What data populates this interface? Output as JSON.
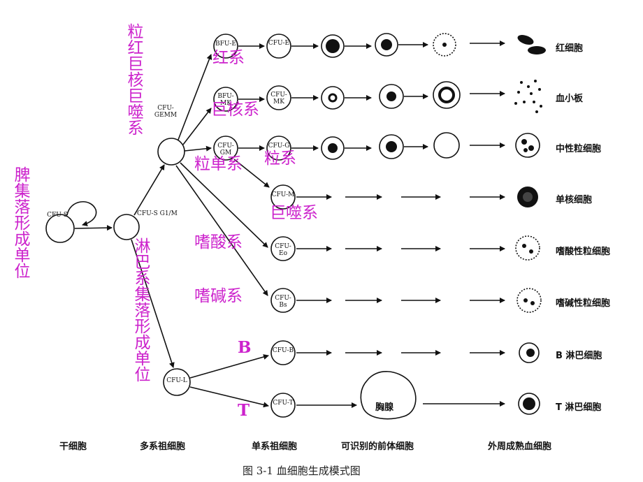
{
  "nodes": {
    "cfu_s_stem": "CFU-S",
    "cfu_s_g1m": "CFU-S G1/M",
    "cfu_gemm": "CFU-GEMM",
    "bfu_e": "BFU-E",
    "bfu_mk": "BFU-MK",
    "cfu_gm": "CFU-GM",
    "cfu_e": "CFU-E",
    "cfu_mk": "CFU-MK",
    "cfu_g": "CFU-G",
    "cfu_m": "CFU-M",
    "cfu_eo": "CFU-Eo",
    "cfu_bs": "CFU-Bs",
    "cfu_l": "CFU-L",
    "cfu_b": "CFU-B",
    "cfu_t": "CFU-T",
    "thymus": "胸腺"
  },
  "mature_cells": {
    "rbc": "红细胞",
    "platelet": "血小板",
    "neutrophil": "中性粒细胞",
    "monocyte": "单核细胞",
    "eosinophil": "嗜酸性粒细胞",
    "basophil": "嗜碱性粒细胞",
    "b_lymph": "B 淋巴细胞",
    "t_lymph": "T 淋巴细胞"
  },
  "annotations": {
    "spleen_colony": "脾集落形成单位",
    "myeloid_colony": "粒红巨核巨噬系",
    "lymphoid_colony": "淋巴系集落形成单位",
    "erythroid": "红系",
    "megakaryocyte": "巨核系",
    "granulo_mono": "粒单系",
    "granulocyte": "粒系",
    "macrophage": "巨噬系",
    "eosinophil_line": "嗜酸系",
    "basophil_line": "嗜碱系",
    "b_line": "B",
    "t_line": "T"
  },
  "columns": {
    "stem": "干细胞",
    "multi": "多系祖细胞",
    "single": "单系祖细胞",
    "precursor": "可识别的前体细胞",
    "mature": "外周成熟血细胞"
  },
  "caption": "图 3-1   血细胞生成模式图",
  "colors": {
    "annotation": "#cc22cc",
    "ink": "#111111"
  }
}
